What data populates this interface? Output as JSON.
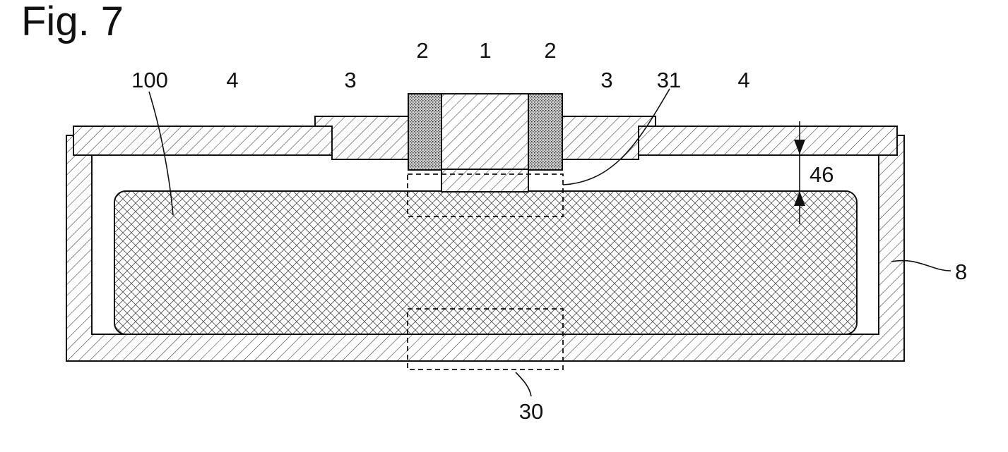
{
  "figure": {
    "title": "Fig. 7",
    "labels": {
      "top_center": "1",
      "seal_left": "2",
      "seal_right": "2",
      "shoulder_left": "3",
      "shoulder_right": "3",
      "plate_left": "4",
      "plate_right": "4",
      "body": "100",
      "region_top": "31",
      "region_bottom": "30",
      "gap": "46",
      "casing": "8"
    },
    "colors": {
      "ink": "#111111",
      "background": "#ffffff"
    }
  }
}
